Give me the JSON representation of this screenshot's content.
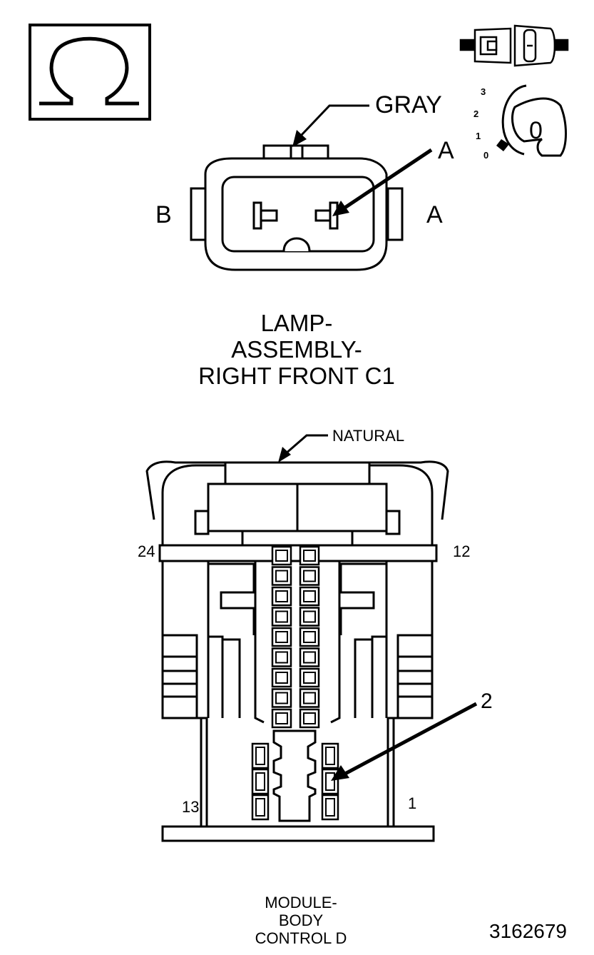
{
  "connector_c1": {
    "color_label": "GRAY",
    "cavity_pointer_label": "A",
    "side_label_left": "B",
    "side_label_right": "A",
    "caption": [
      "LAMP-",
      "ASSEMBLY-",
      "RIGHT FRONT C1"
    ]
  },
  "key_switch": {
    "positions": [
      "3",
      "2",
      "1",
      "0"
    ],
    "key_label": "0"
  },
  "connector_d": {
    "color_label": "NATURAL",
    "pin_label_top_left": "24",
    "pin_label_top_right": "12",
    "pin_label_bottom_left": "13",
    "pin_label_bottom_right": "1",
    "pointer_label": "2",
    "caption": [
      "MODULE-",
      "BODY",
      "CONTROL D"
    ]
  },
  "figure_number": "3162679",
  "icons": [
    "ohm-symbol-icon",
    "connector-plug-icon",
    "ignition-key-icon"
  ]
}
